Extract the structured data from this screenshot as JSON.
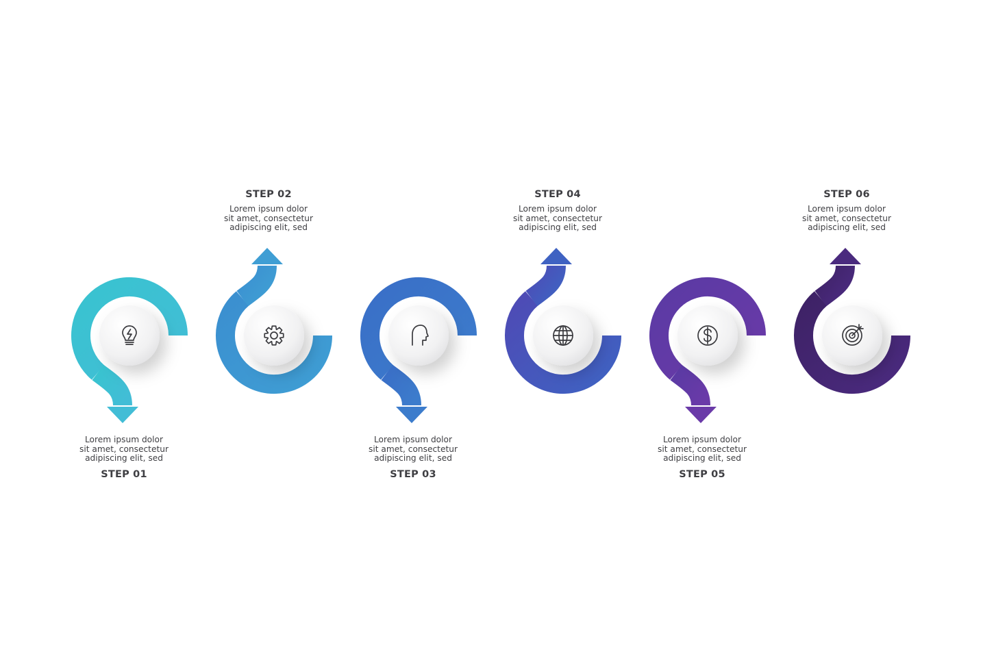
{
  "steps": [
    {
      "title": "STEP 01",
      "desc": [
        "Lorem ipsum dolor",
        "sit amet, consectetur",
        "adipiscing elit, sed"
      ],
      "icon": "lightbulb-icon",
      "color_a": "#39c3d0",
      "color_b": "#42bdd6",
      "text_position": "bottom"
    },
    {
      "title": "STEP 02",
      "desc": [
        "Lorem ipsum dolor",
        "sit amet, consectetur",
        "adipiscing elit, sed"
      ],
      "icon": "gear-icon",
      "color_a": "#3b8fd0",
      "color_b": "#3f9ed4",
      "text_position": "top"
    },
    {
      "title": "STEP 03",
      "desc": [
        "Lorem ipsum dolor",
        "sit amet, consectetur",
        "adipiscing elit, sed"
      ],
      "icon": "human-head-icon",
      "color_a": "#3a6fc7",
      "color_b": "#3c7ccc",
      "text_position": "bottom"
    },
    {
      "title": "STEP 04",
      "desc": [
        "Lorem ipsum dolor",
        "sit amet, consectetur",
        "adipiscing elit, sed"
      ],
      "icon": "globe-icon",
      "color_a": "#4e4bb5",
      "color_b": "#3f62c2",
      "text_position": "top"
    },
    {
      "title": "STEP 05",
      "desc": [
        "Lorem ipsum dolor",
        "sit amet, consectetur",
        "adipiscing elit, sed"
      ],
      "icon": "dollar-icon",
      "color_a": "#5b3aa4",
      "color_b": "#6a3aa8",
      "text_position": "bottom"
    },
    {
      "title": "STEP 06",
      "desc": [
        "Lorem ipsum dolor",
        "sit amet, consectetur",
        "adipiscing elit, sed"
      ],
      "icon": "target-icon",
      "color_a": "#3e2266",
      "color_b": "#4a2a7e",
      "text_position": "top"
    }
  ]
}
